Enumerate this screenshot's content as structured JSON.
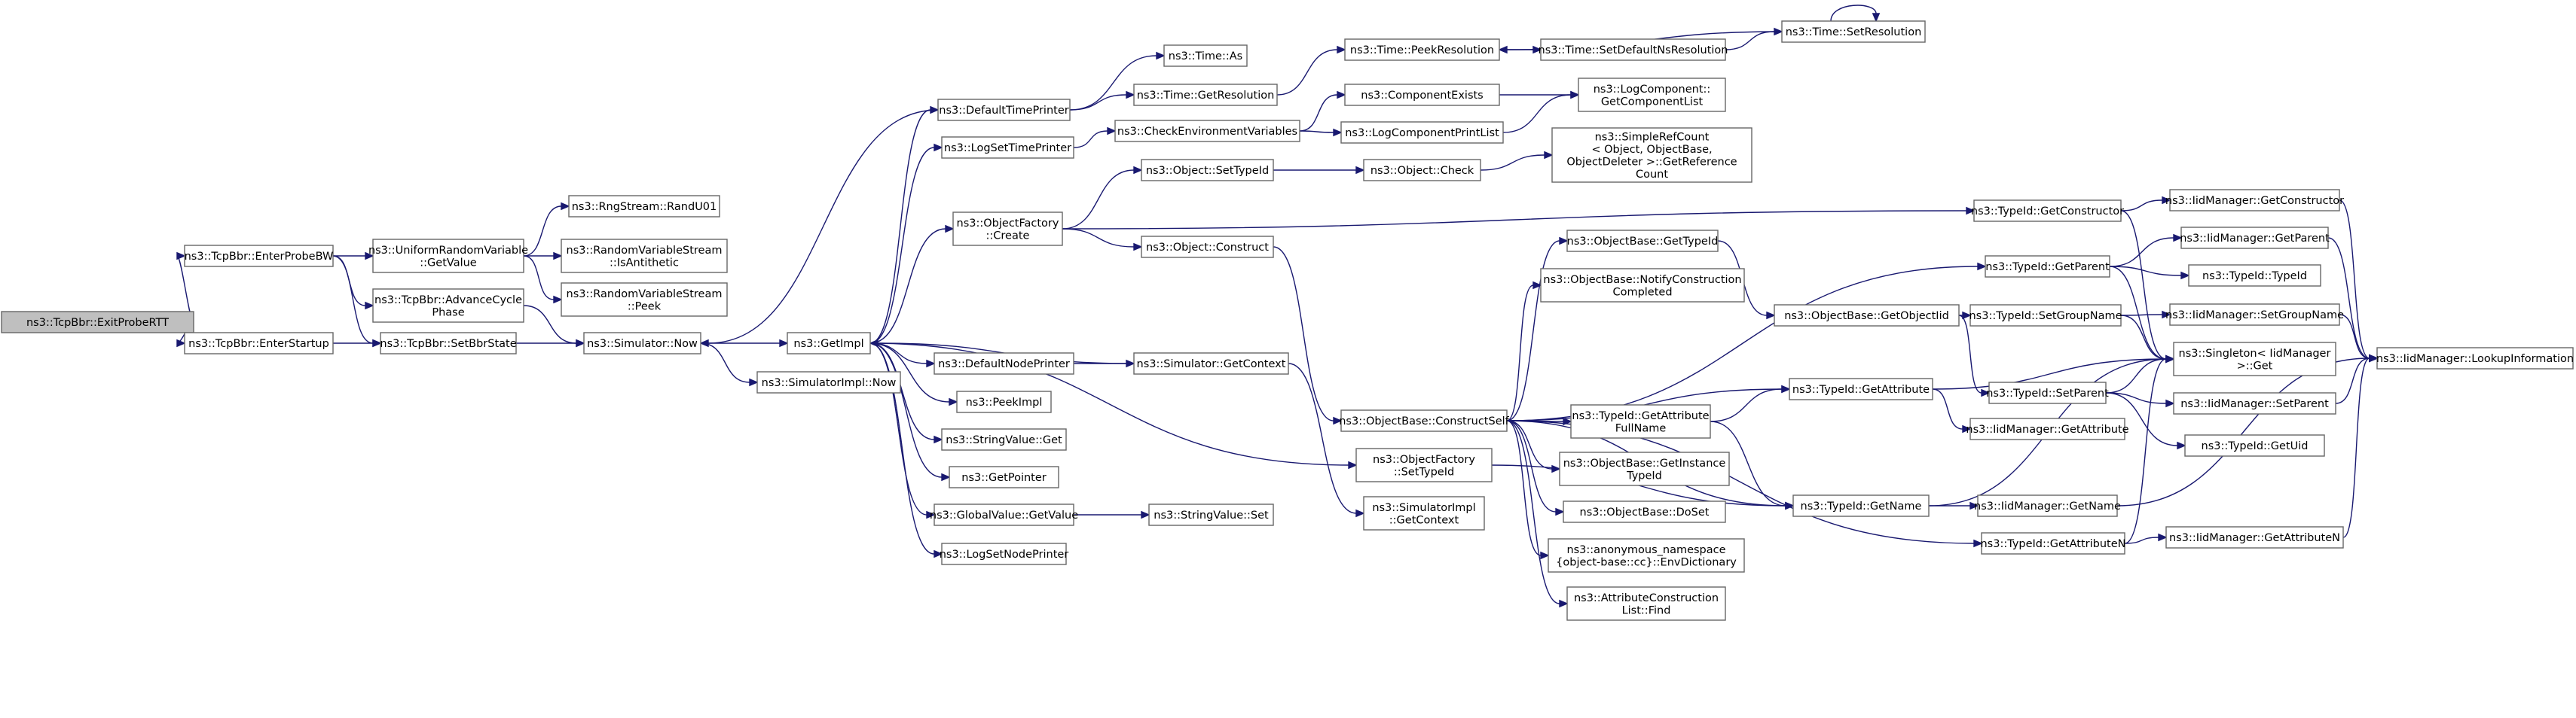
{
  "colors": {
    "edge": "#191970",
    "node_border": "#666666",
    "root_fill": "#bfbfbf",
    "node_fill": "#ffffff"
  },
  "nodes": [
    {
      "id": "exitProbeRTT",
      "lines": [
        "ns3::TcpBbr::ExitProbeRTT"
      ],
      "root": true
    },
    {
      "id": "enterProbeBW",
      "lines": [
        "ns3::TcpBbr::EnterProbeBW"
      ]
    },
    {
      "id": "enterStartup",
      "lines": [
        "ns3::TcpBbr::EnterStartup"
      ]
    },
    {
      "id": "urvGetValue",
      "lines": [
        "ns3::UniformRandomVariable",
        "::GetValue"
      ]
    },
    {
      "id": "advanceCycle",
      "lines": [
        "ns3::TcpBbr::AdvanceCycle",
        "Phase"
      ]
    },
    {
      "id": "setBbrState",
      "lines": [
        "ns3::TcpBbr::SetBbrState"
      ]
    },
    {
      "id": "randU01",
      "lines": [
        "ns3::RngStream::RandU01"
      ]
    },
    {
      "id": "isAntithetic",
      "lines": [
        "ns3::RandomVariableStream",
        "::IsAntithetic"
      ]
    },
    {
      "id": "peek",
      "lines": [
        "ns3::RandomVariableStream",
        "::Peek"
      ]
    },
    {
      "id": "simNow",
      "lines": [
        "ns3::Simulator::Now"
      ]
    },
    {
      "id": "getImpl",
      "lines": [
        "ns3::GetImpl"
      ]
    },
    {
      "id": "simImplNow",
      "lines": [
        "ns3::SimulatorImpl::Now"
      ]
    },
    {
      "id": "defaultTimePrinter",
      "lines": [
        "ns3::DefaultTimePrinter"
      ]
    },
    {
      "id": "logSetTimePrinter",
      "lines": [
        "ns3::LogSetTimePrinter"
      ]
    },
    {
      "id": "objFactoryCreate",
      "lines": [
        "ns3::ObjectFactory",
        "::Create"
      ]
    },
    {
      "id": "defaultNodePrinter",
      "lines": [
        "ns3::DefaultNodePrinter"
      ]
    },
    {
      "id": "peekImpl",
      "lines": [
        "ns3::PeekImpl"
      ]
    },
    {
      "id": "stringValueGet",
      "lines": [
        "ns3::StringValue::Get"
      ]
    },
    {
      "id": "getPointer",
      "lines": [
        "ns3::GetPointer"
      ]
    },
    {
      "id": "globalValueGetValue",
      "lines": [
        "ns3::GlobalValue::GetValue"
      ]
    },
    {
      "id": "logSetNodePrinter",
      "lines": [
        "ns3::LogSetNodePrinter"
      ]
    },
    {
      "id": "timeAs",
      "lines": [
        "ns3::Time::As"
      ]
    },
    {
      "id": "timeGetResolution",
      "lines": [
        "ns3::Time::GetResolution"
      ]
    },
    {
      "id": "checkEnvVars",
      "lines": [
        "ns3::CheckEnvironmentVariables"
      ]
    },
    {
      "id": "objectSetTypeId",
      "lines": [
        "ns3::Object::SetTypeId"
      ]
    },
    {
      "id": "objectConstruct",
      "lines": [
        "ns3::Object::Construct"
      ]
    },
    {
      "id": "simGetContext",
      "lines": [
        "ns3::Simulator::GetContext"
      ]
    },
    {
      "id": "stringValueSet",
      "lines": [
        "ns3::StringValue::Set"
      ]
    },
    {
      "id": "timePeekResolution",
      "lines": [
        "ns3::Time::PeekResolution"
      ]
    },
    {
      "id": "timeSetDefaultNs",
      "lines": [
        "ns3::Time::SetDefaultNsResolution"
      ]
    },
    {
      "id": "timeSetResolution",
      "lines": [
        "ns3::Time::SetResolution"
      ]
    },
    {
      "id": "componentExists",
      "lines": [
        "ns3::ComponentExists"
      ]
    },
    {
      "id": "logComponentPrintList",
      "lines": [
        "ns3::LogComponentPrintList"
      ]
    },
    {
      "id": "logComponentGetList",
      "lines": [
        "ns3::LogComponent::",
        "GetComponentList"
      ]
    },
    {
      "id": "objectCheck",
      "lines": [
        "ns3::Object::Check"
      ]
    },
    {
      "id": "simpleRefCount",
      "lines": [
        "ns3::SimpleRefCount",
        "< Object, ObjectBase,",
        "ObjectDeleter >::GetReference",
        "Count"
      ]
    },
    {
      "id": "objectBaseConstructSelf",
      "lines": [
        "ns3::ObjectBase::ConstructSelf"
      ]
    },
    {
      "id": "objFactorySetTypeId",
      "lines": [
        "ns3::ObjectFactory",
        "::SetTypeId"
      ]
    },
    {
      "id": "simImplGetContext",
      "lines": [
        "ns3::SimulatorImpl",
        "::GetContext"
      ]
    },
    {
      "id": "objectBaseGetTypeId",
      "lines": [
        "ns3::ObjectBase::GetTypeId"
      ]
    },
    {
      "id": "objectBaseNotify",
      "lines": [
        "ns3::ObjectBase::NotifyConstruction",
        "Completed"
      ]
    },
    {
      "id": "typeIdGetAttrFullName",
      "lines": [
        "ns3::TypeId::GetAttribute",
        "FullName"
      ]
    },
    {
      "id": "objectBaseGetInstance",
      "lines": [
        "ns3::ObjectBase::GetInstance",
        "TypeId"
      ]
    },
    {
      "id": "objectBaseDoSet",
      "lines": [
        "ns3::ObjectBase::DoSet"
      ]
    },
    {
      "id": "envDictionary",
      "lines": [
        "ns3::anonymous_namespace",
        "{object-base::cc}::EnvDictionary"
      ]
    },
    {
      "id": "attrConstructionFind",
      "lines": [
        "ns3::AttributeConstruction",
        "List::Find"
      ]
    },
    {
      "id": "objectBaseGetObjectIid",
      "lines": [
        "ns3::ObjectBase::GetObjectIid"
      ]
    },
    {
      "id": "typeIdGetConstructor",
      "lines": [
        "ns3::TypeId::GetConstructor"
      ]
    },
    {
      "id": "typeIdGetParent",
      "lines": [
        "ns3::TypeId::GetParent"
      ]
    },
    {
      "id": "typeIdSetGroupName",
      "lines": [
        "ns3::TypeId::SetGroupName"
      ]
    },
    {
      "id": "typeIdGetAttribute",
      "lines": [
        "ns3::TypeId::GetAttribute"
      ]
    },
    {
      "id": "typeIdGetName",
      "lines": [
        "ns3::TypeId::GetName"
      ]
    },
    {
      "id": "typeIdGetAttributeN",
      "lines": [
        "ns3::TypeId::GetAttributeN"
      ]
    },
    {
      "id": "typeIdSetParent",
      "lines": [
        "ns3::TypeId::SetParent"
      ]
    },
    {
      "id": "iidGetAttribute",
      "lines": [
        "ns3::IidManager::GetAttribute"
      ]
    },
    {
      "id": "iidGetName",
      "lines": [
        "ns3::IidManager::GetName"
      ]
    },
    {
      "id": "iidGetConstructor",
      "lines": [
        "ns3::IidManager::GetConstructor"
      ]
    },
    {
      "id": "iidGetParent",
      "lines": [
        "ns3::IidManager::GetParent"
      ]
    },
    {
      "id": "typeIdTypeId",
      "lines": [
        "ns3::TypeId::TypeId"
      ]
    },
    {
      "id": "iidSetGroupName",
      "lines": [
        "ns3::IidManager::SetGroupName"
      ]
    },
    {
      "id": "singletonGet",
      "lines": [
        "ns3::Singleton< IidManager",
        ">::Get"
      ]
    },
    {
      "id": "iidSetParent",
      "lines": [
        "ns3::IidManager::SetParent"
      ]
    },
    {
      "id": "typeIdGetUid",
      "lines": [
        "ns3::TypeId::GetUid"
      ]
    },
    {
      "id": "iidGetAttributeN",
      "lines": [
        "ns3::IidManager::GetAttributeN"
      ]
    },
    {
      "id": "iidLookupInformation",
      "lines": [
        "ns3::IidManager::LookupInformation"
      ]
    }
  ],
  "edges": [
    [
      "exitProbeRTT",
      "enterProbeBW"
    ],
    [
      "exitProbeRTT",
      "enterStartup"
    ],
    [
      "enterProbeBW",
      "urvGetValue"
    ],
    [
      "enterProbeBW",
      "advanceCycle"
    ],
    [
      "enterProbeBW",
      "setBbrState"
    ],
    [
      "enterStartup",
      "setBbrState"
    ],
    [
      "urvGetValue",
      "randU01"
    ],
    [
      "urvGetValue",
      "isAntithetic"
    ],
    [
      "urvGetValue",
      "peek"
    ],
    [
      "advanceCycle",
      "simNow"
    ],
    [
      "setBbrState",
      "simNow"
    ],
    [
      "simNow",
      "getImpl"
    ],
    [
      "simNow",
      "simImplNow"
    ],
    [
      "getImpl",
      "defaultTimePrinter"
    ],
    [
      "getImpl",
      "logSetTimePrinter"
    ],
    [
      "getImpl",
      "objFactoryCreate"
    ],
    [
      "getImpl",
      "objFactorySetTypeId"
    ],
    [
      "getImpl",
      "defaultNodePrinter"
    ],
    [
      "getImpl",
      "peekImpl"
    ],
    [
      "getImpl",
      "stringValueGet"
    ],
    [
      "getImpl",
      "getPointer"
    ],
    [
      "getImpl",
      "globalValueGetValue"
    ],
    [
      "getImpl",
      "logSetNodePrinter"
    ],
    [
      "defaultTimePrinter",
      "simNow"
    ],
    [
      "defaultTimePrinter",
      "timeAs"
    ],
    [
      "defaultTimePrinter",
      "timeGetResolution"
    ],
    [
      "logSetTimePrinter",
      "checkEnvVars"
    ],
    [
      "objFactoryCreate",
      "objectSetTypeId"
    ],
    [
      "objFactoryCreate",
      "objectConstruct"
    ],
    [
      "objFactoryCreate",
      "typeIdGetConstructor"
    ],
    [
      "defaultNodePrinter",
      "simGetContext"
    ],
    [
      "simGetContext",
      "getImpl"
    ],
    [
      "simGetContext",
      "simImplGetContext"
    ],
    [
      "globalValueGetValue",
      "stringValueSet"
    ],
    [
      "timeGetResolution",
      "timePeekResolution"
    ],
    [
      "timePeekResolution",
      "timeSetDefaultNs"
    ],
    [
      "timeSetDefaultNs",
      "timeSetResolution"
    ],
    [
      "timeSetResolution",
      "timePeekResolution"
    ],
    [
      "timeSetResolution",
      "timeSetResolution"
    ],
    [
      "checkEnvVars",
      "componentExists"
    ],
    [
      "checkEnvVars",
      "logComponentPrintList"
    ],
    [
      "componentExists",
      "logComponentGetList"
    ],
    [
      "logComponentPrintList",
      "logComponentGetList"
    ],
    [
      "objectSetTypeId",
      "objectCheck"
    ],
    [
      "objectCheck",
      "simpleRefCount"
    ],
    [
      "objectConstruct",
      "objectBaseConstructSelf"
    ],
    [
      "objectBaseConstructSelf",
      "objectBaseGetTypeId"
    ],
    [
      "objectBaseConstructSelf",
      "objectBaseNotify"
    ],
    [
      "objectBaseConstructSelf",
      "typeIdGetAttrFullName"
    ],
    [
      "objectBaseConstructSelf",
      "objectBaseGetInstance"
    ],
    [
      "objectBaseConstructSelf",
      "objectBaseDoSet"
    ],
    [
      "objectBaseConstructSelf",
      "envDictionary"
    ],
    [
      "objectBaseConstructSelf",
      "attrConstructionFind"
    ],
    [
      "objectBaseConstructSelf",
      "typeIdGetParent"
    ],
    [
      "objectBaseConstructSelf",
      "typeIdGetAttribute"
    ],
    [
      "objectBaseConstructSelf",
      "typeIdGetName"
    ],
    [
      "objectBaseConstructSelf",
      "typeIdGetAttributeN"
    ],
    [
      "objFactorySetTypeId",
      "typeIdGetName"
    ],
    [
      "objectBaseGetTypeId",
      "objectBaseGetObjectIid"
    ],
    [
      "objectBaseGetObjectIid",
      "typeIdSetGroupName"
    ],
    [
      "objectBaseGetObjectIid",
      "typeIdSetParent"
    ],
    [
      "typeIdGetAttrFullName",
      "typeIdGetAttribute"
    ],
    [
      "typeIdGetAttrFullName",
      "typeIdGetName"
    ],
    [
      "typeIdGetConstructor",
      "iidGetConstructor"
    ],
    [
      "typeIdGetConstructor",
      "singletonGet"
    ],
    [
      "typeIdGetParent",
      "iidGetParent"
    ],
    [
      "typeIdGetParent",
      "typeIdTypeId"
    ],
    [
      "typeIdGetParent",
      "singletonGet"
    ],
    [
      "typeIdSetGroupName",
      "iidSetGroupName"
    ],
    [
      "typeIdSetGroupName",
      "singletonGet"
    ],
    [
      "typeIdGetAttribute",
      "iidGetAttribute"
    ],
    [
      "typeIdGetAttribute",
      "singletonGet"
    ],
    [
      "typeIdSetParent",
      "iidSetParent"
    ],
    [
      "typeIdSetParent",
      "typeIdGetUid"
    ],
    [
      "typeIdSetParent",
      "singletonGet"
    ],
    [
      "typeIdGetName",
      "iidGetName"
    ],
    [
      "typeIdGetName",
      "singletonGet"
    ],
    [
      "typeIdGetAttributeN",
      "iidGetAttributeN"
    ],
    [
      "typeIdGetAttributeN",
      "singletonGet"
    ],
    [
      "iidGetConstructor",
      "iidLookupInformation"
    ],
    [
      "iidGetParent",
      "iidLookupInformation"
    ],
    [
      "iidSetGroupName",
      "iidLookupInformation"
    ],
    [
      "iidSetParent",
      "iidLookupInformation"
    ],
    [
      "iidGetName",
      "iidLookupInformation"
    ],
    [
      "iidGetAttributeN",
      "iidLookupInformation"
    ]
  ]
}
